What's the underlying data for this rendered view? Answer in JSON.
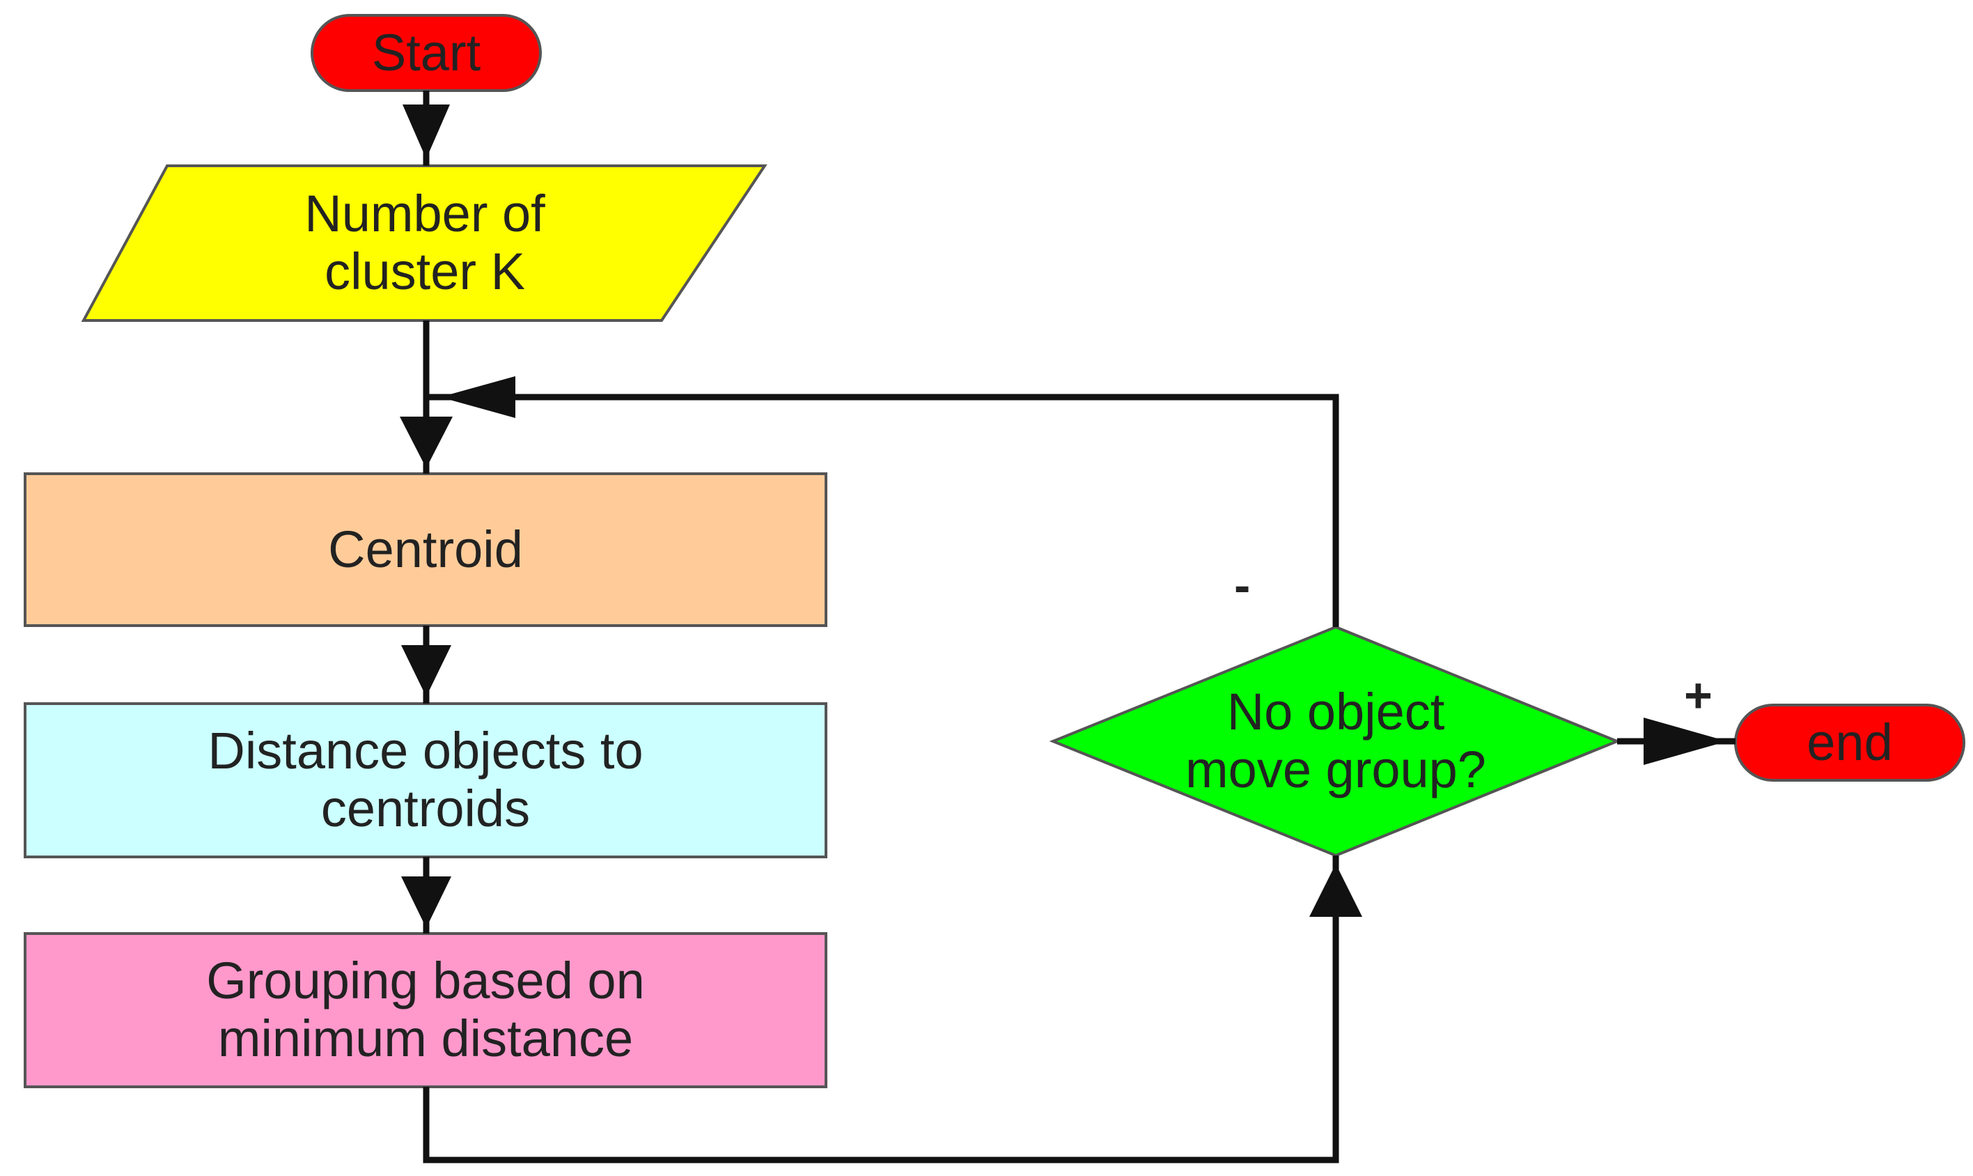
{
  "nodes": {
    "start": {
      "label": "Start",
      "color": "#ff0000"
    },
    "input": {
      "label": "Number of\ncluster K",
      "color": "#ffff00"
    },
    "centroid": {
      "label": "Centroid",
      "color": "#ffcc99"
    },
    "distance": {
      "label": "Distance objects to\ncentroids",
      "color": "#ccffff"
    },
    "grouping": {
      "label": "Grouping based on\nminimum distance",
      "color": "#ff99cc"
    },
    "decision": {
      "label": "No object\nmove group?",
      "color": "#00ff00"
    },
    "end": {
      "label": "end",
      "color": "#ff0000"
    }
  },
  "edges": {
    "no_label": "-",
    "yes_label": "+"
  },
  "colors": {
    "line": "#111111",
    "border": "#555555"
  }
}
